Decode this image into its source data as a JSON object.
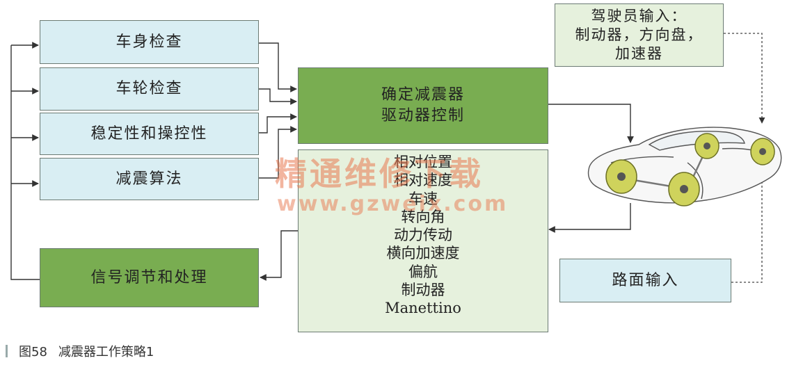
{
  "left_boxes": {
    "body_check": "车身检查",
    "wheel_check": "车轮检查",
    "stability": "稳定性和操控性",
    "damper_algorithm": "减震算法",
    "signal_processing": "信号调节和处理"
  },
  "center": {
    "control_line1": "确定减震器",
    "control_line2": "驱动器控制",
    "signals": [
      "相对位置",
      "相对速度",
      "车速",
      "转向角",
      "动力传动",
      "横向加速度",
      "偏航",
      "制动器",
      "Manettino"
    ]
  },
  "right": {
    "driver_input_line1": "驾驶员输入：",
    "driver_input_line2": "制动器，方向盘，",
    "driver_input_line3": "加速器",
    "road_input": "路面输入"
  },
  "watermark": {
    "line1": "精通维修下载",
    "line2": "www.gzweix.com"
  },
  "caption": {
    "figure_number": "图58",
    "title": "减震器工作策略1"
  },
  "colors": {
    "light_blue": "#d9eef3",
    "green": "#79ad51",
    "pale_green": "#e6f1dd"
  }
}
